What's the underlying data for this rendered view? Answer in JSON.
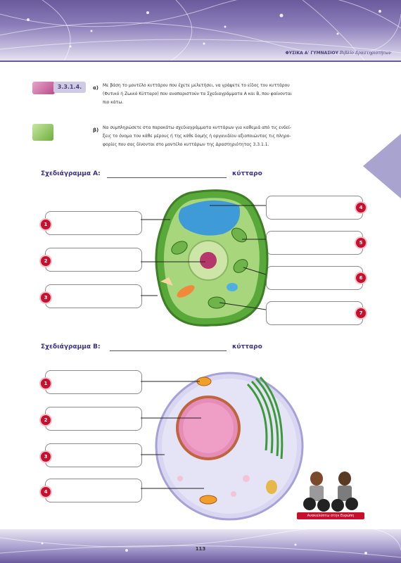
{
  "header": {
    "book_label": "ΦΥΣΙΚΑ Α' ΓΥΜΝΑΣΙΟΥ",
    "book_type": "Βιβλίο Δραστηριοτήτων"
  },
  "activity": {
    "number": "3.3.1.4.",
    "part_a_letter": "α)",
    "part_a_text_1": "Με βάση το μοντέλο κυττάρου που έχετε μελετήσει, να γράψετε το είδος του κυττάρου",
    "part_a_text_2": "(Φυτικό ή Ζωικό Κύτταρο) που αναπαριστούν τα Σχεδιαγράμματα Α και Β, που φαίνονται",
    "part_a_text_3": "πιο κάτω.",
    "part_b_letter": "β)",
    "part_b_text_1": "Να συμπληρώσετε στα παρακάτω σχεδιαγράμματα κυττάρων για καθεμιά από τις ενδεί-",
    "part_b_text_2": "ξεις το όνομα του κάθε μέρους ή της κάθε δομής ή οργανιδίου αξιοποιώντας τις πληρο-",
    "part_b_text_3": "φορίες που σας δίνονται στο μοντέλο κυττάρων της Δραστηριότητας 3.3.1.1."
  },
  "diagram_a": {
    "title": "Σχεδιάγραμμα Α:",
    "suffix": "κύτταρο",
    "numbers": [
      "1",
      "2",
      "3",
      "4",
      "5",
      "6",
      "7"
    ]
  },
  "diagram_b": {
    "title": "Σχεδιάγραμμα Β:",
    "suffix": "κύτταρο",
    "numbers": [
      "1",
      "2",
      "3",
      "4"
    ]
  },
  "badge_label": "Ανακαλύπτω στην Ευρώπη",
  "page_number": "113",
  "colors": {
    "accent_purple": "#6a5a9c",
    "title_blue": "#3b2f88",
    "number_red": "#c8102e",
    "plant_green": "#5aa33c",
    "animal_purple": "#c9c6ea"
  }
}
